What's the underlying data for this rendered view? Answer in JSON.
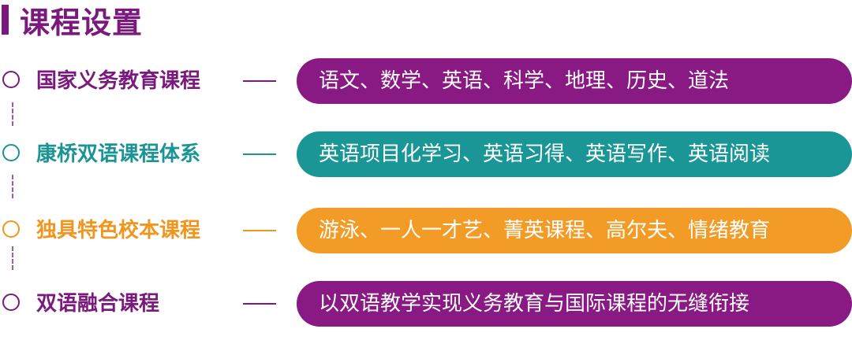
{
  "title": "课程设置",
  "rows": [
    {
      "label": "国家义务教育课程",
      "content": "语文、数学、英语、科学、地理、历史、道法",
      "color": "#7b1a7d",
      "pill_color": "#891a84"
    },
    {
      "label": "康桥双语课程体系",
      "content": "英语项目化学习、英语习得、英语写作、英语阅读",
      "color": "#1a9494",
      "pill_color": "#1a9696"
    },
    {
      "label": "独具特色校本课程",
      "content": "游泳、一人一才艺、菁英课程、高尔夫、情绪教育",
      "color": "#f0961f",
      "pill_color": "#f29b26"
    },
    {
      "label": "双语融合课程",
      "content": "以双语教学实现义务教育与国际课程的无缝衔接",
      "color": "#7b1a7d",
      "pill_color": "#891a84"
    }
  ]
}
